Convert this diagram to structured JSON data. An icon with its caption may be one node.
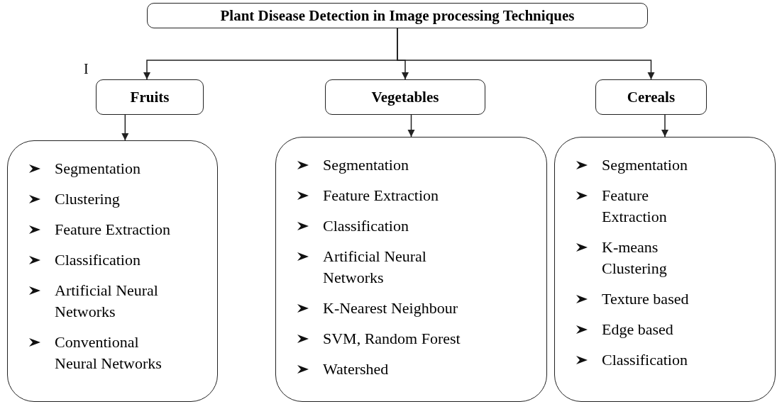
{
  "diagram": {
    "nodes": [
      {
        "text": [
          "Plant Disease Detection in Image processing Techniques"
        ]
      },
      {
        "text": [
          "Fruits"
        ]
      },
      {
        "text": [
          "Vegetables"
        ]
      },
      {
        "text": [
          "Cereals"
        ]
      },
      {
        "text": [
          "Segmentation",
          "Clustering",
          "Feature Extraction",
          "Classification",
          "Artificial Neural Networks",
          "Conventional Neural Networks"
        ]
      },
      {
        "text": [
          "Segmentation",
          "Feature Extraction",
          "Classification",
          "Artificial Neural Networks",
          "K-Nearest Neighbour",
          "SVM, Random Forest",
          "Watershed"
        ]
      },
      {
        "text": [
          "Segmentation",
          "Feature Extraction",
          "K-means Clustering",
          "Texture based",
          "Edge based",
          "Classification"
        ]
      }
    ],
    "edges": [
      {
        "from": 0,
        "to": 1,
        "arrow": "to"
      },
      {
        "from": 0,
        "to": 2,
        "arrow": "to"
      },
      {
        "from": 0,
        "to": 3,
        "arrow": "to"
      },
      {
        "from": 1,
        "to": 4,
        "arrow": "to"
      },
      {
        "from": 2,
        "to": 5,
        "arrow": "to"
      },
      {
        "from": 3,
        "to": 6,
        "arrow": "to"
      }
    ],
    "labels": [
      "I"
    ]
  }
}
